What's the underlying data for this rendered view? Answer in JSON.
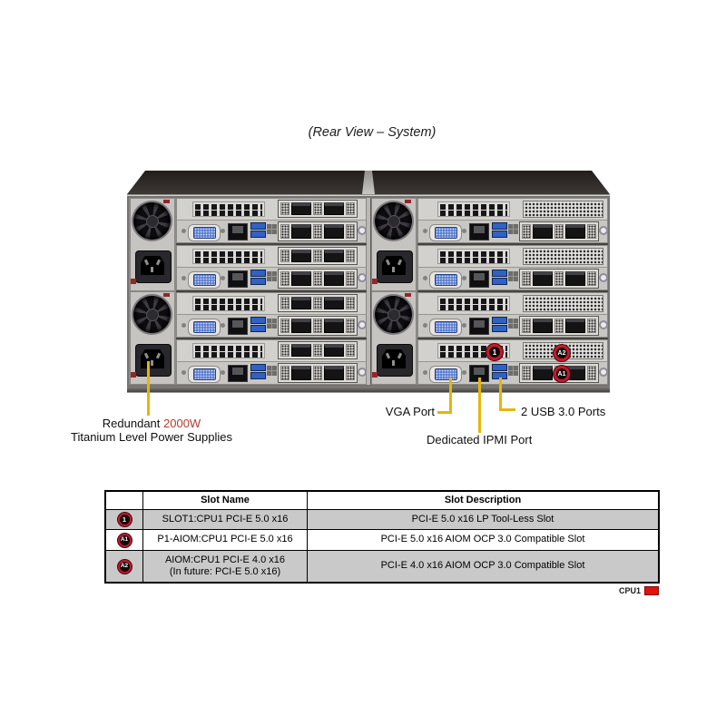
{
  "title": "(Rear View – System)",
  "callouts": {
    "psu_prefix": "Redundant ",
    "psu_power": "2000W",
    "psu_line2": "Titanium Level Power Supplies",
    "vga": "VGA Port",
    "usb": "2 USB 3.0 Ports",
    "ipmi": "Dedicated IPMI  Port"
  },
  "chassis_badges": {
    "slot1": "1",
    "a1": "A1",
    "a2": "A2"
  },
  "table": {
    "header_name": "Slot Name",
    "header_desc": "Slot Description",
    "rows": [
      {
        "badge": "1",
        "name": "SLOT1:CPU1  PCI-E  5.0 x16",
        "name2": "",
        "desc": "PCI-E  5.0 x16 LP Tool-Less  Slot"
      },
      {
        "badge": "A1",
        "name": "P1-AIOM:CPU1  PCI-E  5.0 x16",
        "name2": "",
        "desc": "PCI-E  5.0 x16 AIOM  OCP 3.0 Compatible  Slot"
      },
      {
        "badge": "A2",
        "name": "AIOM:CPU1  PCI-E  4.0 x16",
        "name2": "(In future:  PCI-E  5.0 x16)",
        "desc": "PCI-E  4.0 x16 AIOM  OCP 3.0 Compatible  Slot"
      }
    ]
  },
  "legend": {
    "label": "CPU1"
  },
  "colors": {
    "callout_line": "#E7B50C",
    "power_red_text": "#B23B31",
    "badge_ring": "#C21A2E",
    "table_shaded": "#C9C9C9",
    "cpu1_swatch": "#E60F0F"
  }
}
